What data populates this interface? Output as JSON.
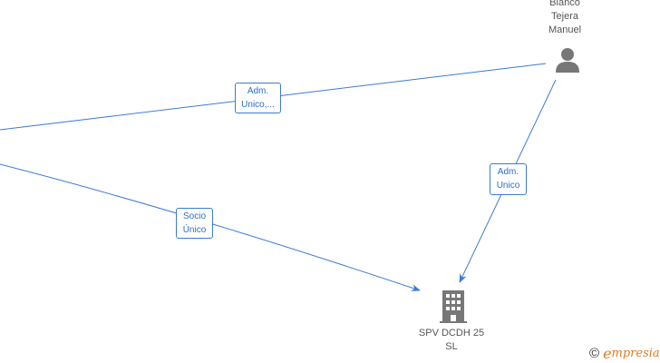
{
  "nodes": {
    "person": {
      "lines": [
        "Blanco",
        "Tejera",
        "Manuel"
      ]
    },
    "company": {
      "lines": [
        "SPV DCDH 25",
        "SL"
      ]
    }
  },
  "edges": {
    "adm_unico_truncated": {
      "lines": [
        "Adm.",
        "Unico,..."
      ]
    },
    "adm_unico": {
      "lines": [
        "Adm.",
        "Unico"
      ]
    },
    "socio_unico": {
      "lines": [
        "Socio",
        "Único"
      ]
    }
  },
  "watermark": {
    "copyright": "©",
    "brand_initial": "e",
    "brand_rest": "mpresia"
  },
  "colors": {
    "edge": "#3a7bd5",
    "icon": "#777777",
    "label_text": "#555555",
    "brand": "#e07a1f"
  },
  "icons": {
    "person": "person-icon",
    "company": "building-icon"
  }
}
